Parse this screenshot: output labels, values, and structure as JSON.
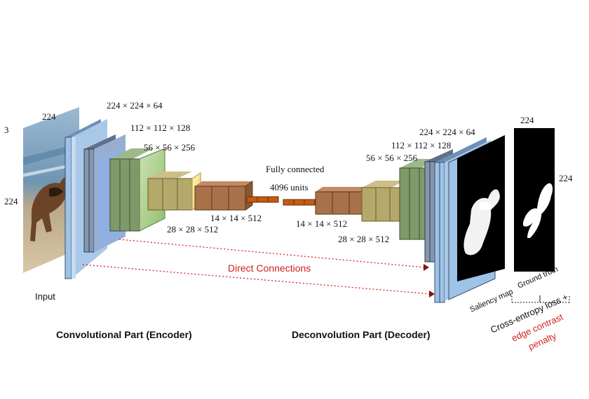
{
  "input": {
    "label": "Input",
    "width_label": "224",
    "height_label": "224",
    "channels_label": "3"
  },
  "encoder": {
    "title": "Convolutional Part (Encoder)",
    "dims": [
      "224 × 224 × 64",
      "112 × 112 × 128",
      "56 × 56 × 256",
      "28 × 28 × 512",
      "14 × 14 × 512"
    ]
  },
  "fc": {
    "label": "Fully connected",
    "units": "4096 units"
  },
  "decoder": {
    "title": "Deconvolution Part (Decoder)",
    "dims": [
      "224 × 224 × 64",
      "112 × 112 × 128",
      "56 × 56 × 256",
      "28 × 28 × 512",
      "14 × 14 × 512"
    ]
  },
  "connections": {
    "label": "Direct Connections",
    "color": "#d42020"
  },
  "outputs": {
    "saliency": "Saliency map",
    "ground_truth": "Ground truth",
    "gt_width": "224",
    "gt_height": "224"
  },
  "loss": {
    "line1": "Cross-entropy loss +",
    "line2": "edge contrast",
    "line3": "penalty"
  },
  "colors": {
    "input_layer": "#9dc3e6",
    "layer_128": "#8497b0",
    "conv_green": "#7f9a6a",
    "light_green": "#a9d18e",
    "olive": "#b5a86b",
    "yellow": "#ffe699",
    "brown": "#a9714a",
    "orange": "#c55a11",
    "red": "#d42020"
  }
}
